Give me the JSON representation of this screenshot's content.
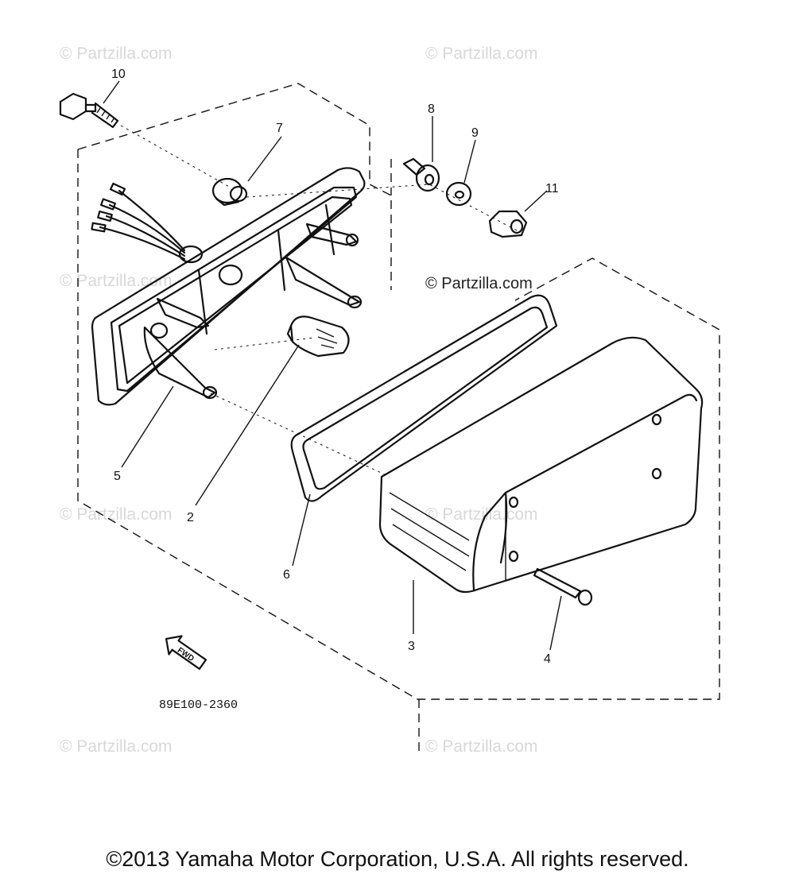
{
  "watermarks": {
    "top_left": "© Partzilla.com",
    "top_center": "© Partzilla.com",
    "center": "© Partzilla.com",
    "mid_left": "© Partzilla.com",
    "mid_left_lower": "© Partzilla.com",
    "mid_center_lower": "© Partzilla.com",
    "bottom_left": "© Partzilla.com",
    "bottom_center": "© Partzilla.com"
  },
  "callouts": {
    "p1": "10",
    "p2": "7",
    "p3": "8",
    "p4": "9",
    "p5": "11",
    "p6": "5",
    "p7": "2",
    "p8": "6",
    "p9": "3",
    "p10": "4"
  },
  "fwd_label": "FWD",
  "diagram_code": "89E100-2360",
  "copyright": "©2013 Yamaha Motor Corporation, U.S.A. All rights reserved.",
  "colors": {
    "ink": "#111111",
    "watermark": "#d8d8d8",
    "background": "#ffffff"
  }
}
